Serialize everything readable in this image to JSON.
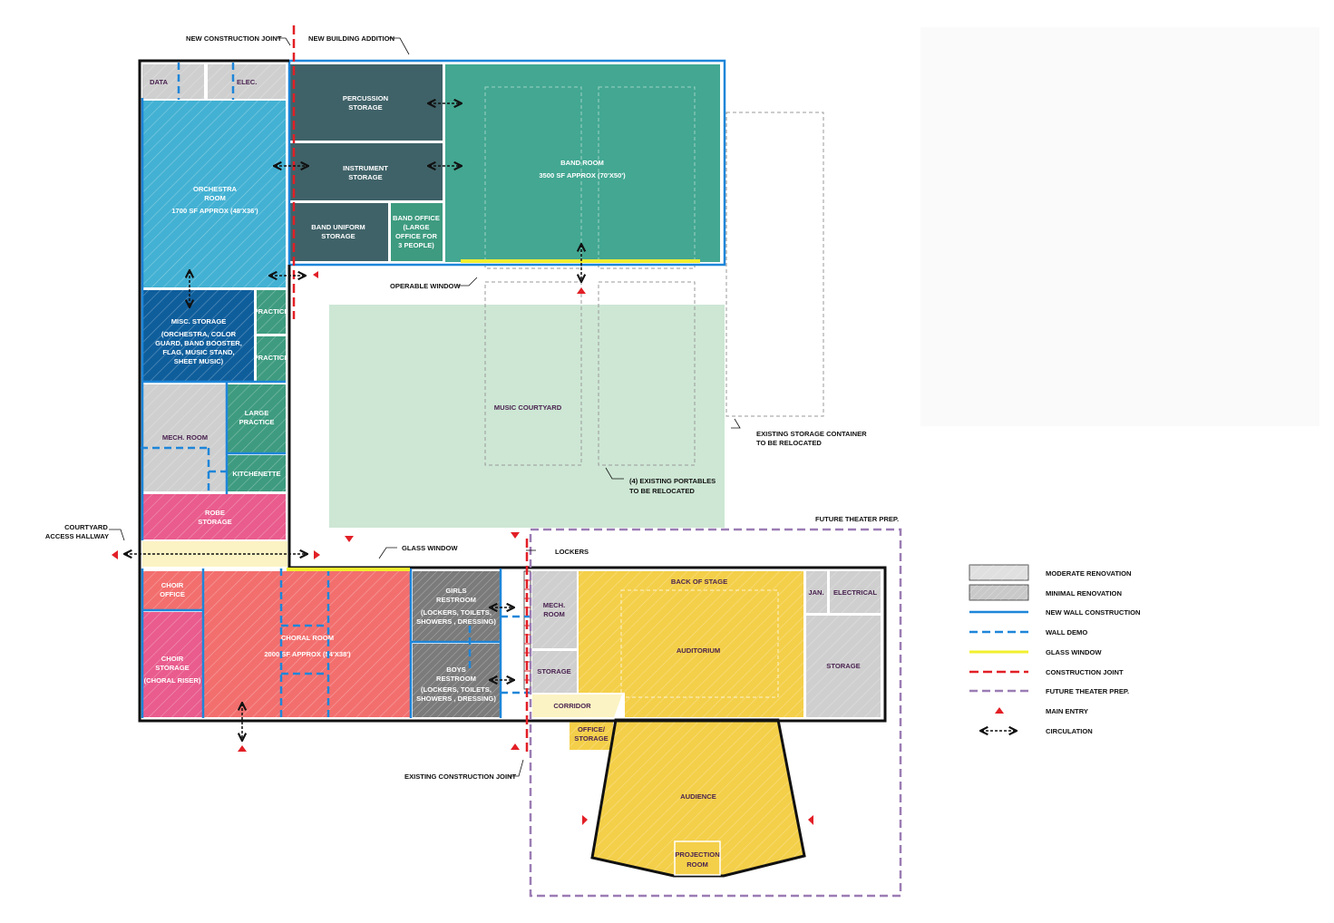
{
  "colors": {
    "gray": "#cfcfcf",
    "dark_gray": "#7b7b7b",
    "teal_dark": "#3f6268",
    "band_green": "#43a792",
    "practice_green": "#3e9b7f",
    "orchestra_blue": "#43b1d3",
    "navy": "#0f5e9c",
    "pink": "#e95c8d",
    "choral_red": "#f26f6e",
    "yellow": "#f4cf49",
    "cream": "#fbf3c3",
    "courtyard": "#cde7d4",
    "wall_blue": "#1e86d9",
    "joint_red": "#e21f26",
    "future_purple": "#9b7cb4",
    "glass_yellow": "#f2ef2e"
  },
  "rooms": {
    "data": "DATA",
    "elec": "ELEC.",
    "percussion": [
      "PERCUSSION",
      "STORAGE"
    ],
    "instrument": [
      "INSTRUMENT",
      "STORAGE"
    ],
    "band_uniform": [
      "BAND UNIFORM",
      "STORAGE"
    ],
    "band_office": [
      "BAND OFFICE",
      "(LARGE",
      "OFFICE FOR",
      "3 PEOPLE)"
    ],
    "band_room": [
      "BAND ROOM",
      "3500 SF APPROX (70'X50')"
    ],
    "orchestra": [
      "ORCHESTRA",
      "ROOM",
      "1700 SF APPROX (48'X36')"
    ],
    "misc_storage": [
      "MISC. STORAGE",
      "(ORCHESTRA, COLOR",
      "GUARD, BAND BOOSTER,",
      "FLAG, MUSIC STAND,",
      "SHEET MUSIC)"
    ],
    "practice_1": "PRACTICE",
    "practice_2": "PRACTICE",
    "large_practice": [
      "LARGE",
      "PRACTICE"
    ],
    "mech_room_left": "MECH. ROOM",
    "kitchenette": "KITCHENETTE",
    "robe_storage": [
      "ROBE",
      "STORAGE"
    ],
    "music_courtyard": "MUSIC COURTYARD",
    "choir_office": [
      "CHOIR",
      "OFFICE"
    ],
    "choir_storage": [
      "CHOIR",
      "STORAGE",
      "(CHORAL RISER)"
    ],
    "choral_room": [
      "CHORAL ROOM",
      "2000 SF APPROX (54'X38')"
    ],
    "girls_restroom": [
      "GIRLS",
      "RESTROOM",
      "(LOCKERS, TOILETS,",
      "SHOWERS , DRESSING)"
    ],
    "boys_restroom": [
      "BOYS",
      "RESTROOM",
      "(LOCKERS, TOILETS,",
      "SHOWERS , DRESSING)"
    ],
    "mech_room_right": [
      "MECH.",
      "ROOM"
    ],
    "storage_small": "STORAGE",
    "corridor": "CORRIDOR",
    "office_storage": [
      "OFFICE/",
      "STORAGE"
    ],
    "back_of_stage": "BACK OF STAGE",
    "auditorium": "AUDITORIUM",
    "jan": "JAN.",
    "electrical": "ELECTRICAL",
    "storage_right": "STORAGE",
    "audience": "AUDIENCE",
    "projection": [
      "PROJECTION",
      "ROOM"
    ]
  },
  "annotations": {
    "new_construction_joint": "NEW CONSTRUCTION JOINT",
    "new_building_addition": "NEW BUILDING ADDITION",
    "operable_window": "OPERABLE WINDOW",
    "existing_storage_container": [
      "EXISTING STORAGE CONTAINER",
      "TO BE RELOCATED"
    ],
    "existing_portables": [
      "(4) EXISTING PORTABLES",
      "TO BE RELOCATED"
    ],
    "future_theater_prep": "FUTURE THEATER PREP.",
    "courtyard_access_hallway": [
      "COURTYARD",
      "ACCESS HALLWAY"
    ],
    "glass_window": "GLASS WINDOW",
    "lockers": "LOCKERS",
    "existing_construction_joint": "EXISTING CONSTRUCTION JOINT"
  },
  "legend": [
    {
      "key": "moderate",
      "label": "MODERATE RENOVATION"
    },
    {
      "key": "minimal",
      "label": "MINIMAL RENOVATION"
    },
    {
      "key": "new_wall",
      "label": "NEW WALL CONSTRUCTION"
    },
    {
      "key": "wall_demo",
      "label": "WALL DEMO"
    },
    {
      "key": "glass",
      "label": "GLASS WINDOW"
    },
    {
      "key": "joint",
      "label": "CONSTRUCTION JOINT"
    },
    {
      "key": "future",
      "label": "FUTURE THEATER PREP."
    },
    {
      "key": "entry",
      "label": "MAIN ENTRY"
    },
    {
      "key": "circulation",
      "label": "CIRCULATION"
    }
  ]
}
